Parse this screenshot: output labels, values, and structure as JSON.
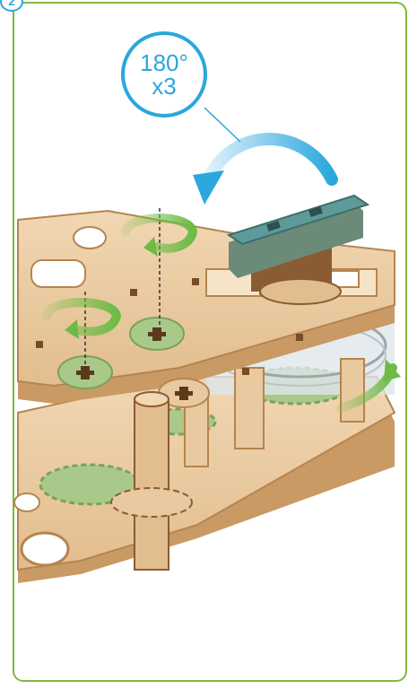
{
  "step": {
    "number": "2"
  },
  "rotation": {
    "angle": "180°",
    "count": "x3"
  },
  "colors": {
    "frame_border": "#7fb83f",
    "accent_blue": "#2aa7dd",
    "wood": "#e9c9a0",
    "wood_edge": "#c99a64",
    "wood_dark": "#8a5c33",
    "gear_green": "#a9c98a",
    "arrow_green": "#6dbb45",
    "handle_teal": "#5f9a9a"
  },
  "icons": [
    "rotate-arrow-icon",
    "rotate-arrow-icon",
    "rotate-arrow-icon",
    "curved-arrow-icon"
  ]
}
